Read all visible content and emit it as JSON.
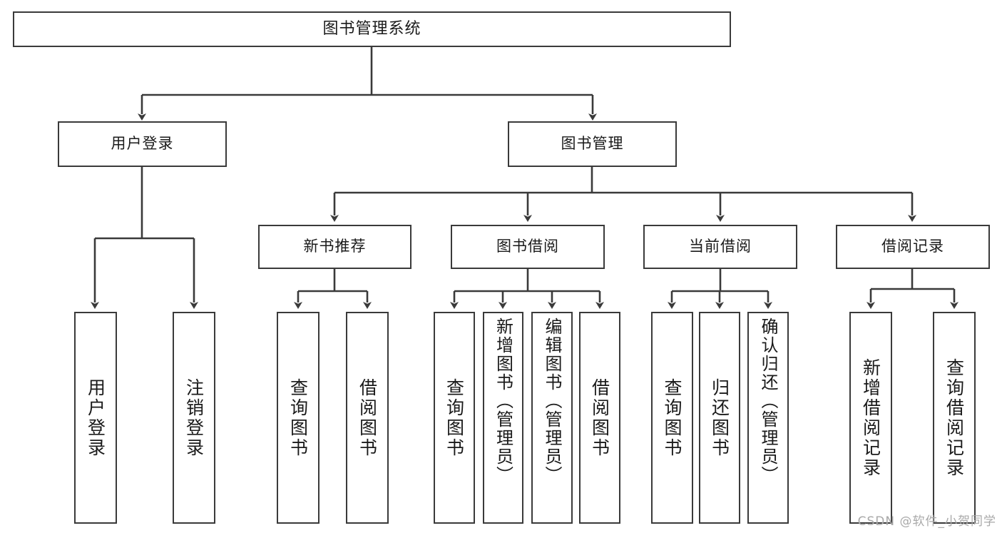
{
  "diagram": {
    "title": "图书管理系统",
    "type": "tree-hierarchy-diagram",
    "colors": {
      "box_border": "#3a3a3a",
      "box_fill": "#ffffff",
      "connector": "#3a3a3a",
      "background": "#ffffff",
      "watermark": "#a9a9a9"
    },
    "root": {
      "label": "图书管理系统"
    },
    "level2": [
      {
        "label": "用户登录"
      },
      {
        "label": "图书管理"
      }
    ],
    "level3": [
      {
        "label": "新书推荐"
      },
      {
        "label": "图书借阅"
      },
      {
        "label": "当前借阅"
      },
      {
        "label": "借阅记录"
      }
    ],
    "leaves": {
      "user_login": [
        {
          "label": "用户登录"
        },
        {
          "label": "注销登录"
        }
      ],
      "new_book_recommend": [
        {
          "label": "查询图书"
        },
        {
          "label": "借阅图书"
        }
      ],
      "book_borrow": [
        {
          "label": "查询图书"
        },
        {
          "label": "新增图书（管理员）"
        },
        {
          "label": "编辑图书（管理员）"
        },
        {
          "label": "借阅图书"
        }
      ],
      "current_borrow": [
        {
          "label": "查询图书"
        },
        {
          "label": "归还图书"
        },
        {
          "label": "确认归还（管理员）"
        }
      ],
      "borrow_records": [
        {
          "label": "新增借阅记录"
        },
        {
          "label": "查询借阅记录"
        }
      ]
    }
  },
  "watermark": {
    "text": "CSDN @软件_小贺同学"
  }
}
